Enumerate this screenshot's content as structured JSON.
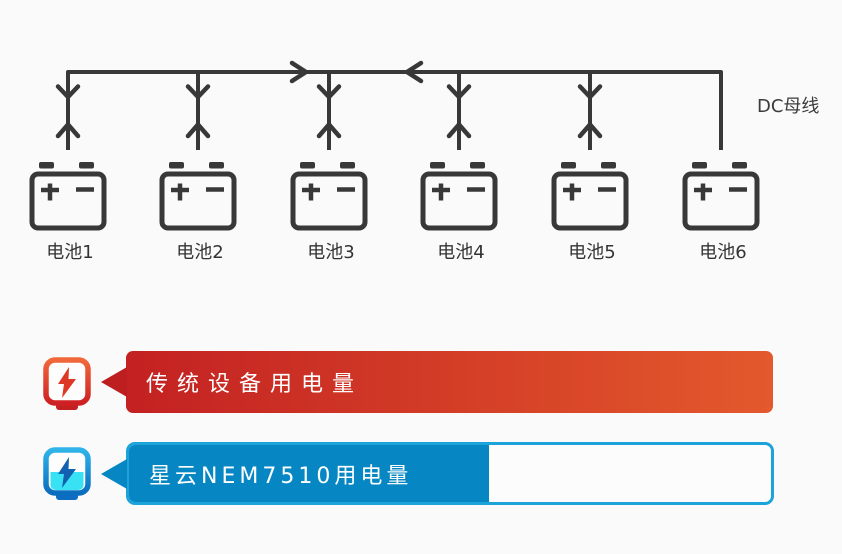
{
  "page": {
    "background": "#fafafa"
  },
  "diagram": {
    "bus_label": "DC母线",
    "line_color": "#383838",
    "bus_flow_arrows": [
      "rightward",
      "leftward"
    ],
    "branch_flow": "bidirectional",
    "batteries": [
      {
        "label": "电池1"
      },
      {
        "label": "电池2"
      },
      {
        "label": "电池3"
      },
      {
        "label": "电池4"
      },
      {
        "label": "电池5"
      },
      {
        "label": "电池6"
      }
    ]
  },
  "comparison": {
    "rows": [
      {
        "id": "traditional",
        "label": "传统设备用电量",
        "icon": "power-meter-red-icon",
        "fill_percent": 100,
        "bar_color_start": "#c32122",
        "bar_color_end": "#e3592c"
      },
      {
        "id": "nem7510",
        "label": "星云NEM7510用电量",
        "icon": "power-meter-blue-icon",
        "fill_percent": 56,
        "bar_fill_color": "#0687c4",
        "bar_border_color": "#1ba3da",
        "meter_liquid_color": "#38e1f3"
      }
    ]
  }
}
